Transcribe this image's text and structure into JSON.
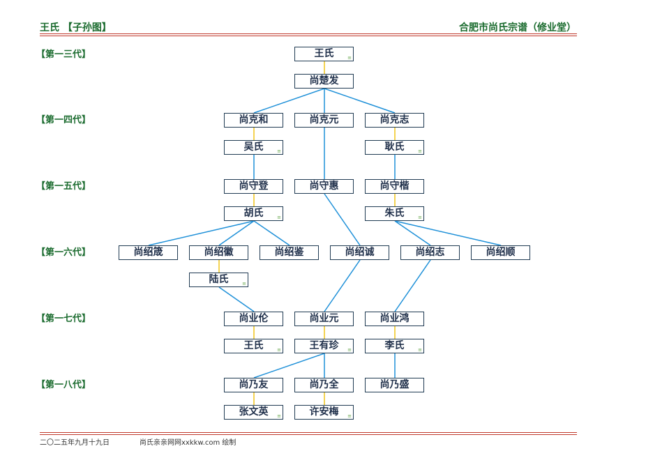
{
  "header": {
    "left": "王氏 【子孙图】",
    "right": "合肥市尚氏宗谱（修业堂）"
  },
  "generations": [
    "【第一三代】",
    "【第一四代】",
    "【第一五代】",
    "【第一六代】",
    "【第一七代】",
    "【第一八代】"
  ],
  "people": {
    "g13_wang": "王氏",
    "g13_chufa": "尚楚发",
    "g14_kehe": "尚克和",
    "g14_keyuan": "尚克元",
    "g14_kezhi": "尚克志",
    "g14_wu": "吴氏",
    "g14_geng": "耿氏",
    "g15_shoudeng": "尚守登",
    "g15_shouhui": "尚守惠",
    "g15_shoukai": "尚守楷",
    "g15_hu": "胡氏",
    "g15_zhu": "朱氏",
    "g16_shaoxian": "尚绍筬",
    "g16_shaohui": "尚绍徽",
    "g16_shaojian": "尚绍鉴",
    "g16_shaocheng": "尚绍诚",
    "g16_shaozhi": "尚绍志",
    "g16_shaoshun": "尚绍顺",
    "g16_lu": "陆氏",
    "g17_yelun": "尚业伦",
    "g17_yeyuan": "尚业元",
    "g17_yehong": "尚业鸿",
    "g17_wang": "王氏",
    "g17_wangyouzhen": "王有珍",
    "g17_li": "李氏",
    "g18_naiyou": "尚乃友",
    "g18_naiquan": "尚乃全",
    "g18_naisheng": "尚乃盛",
    "g18_zhangwenying": "张文英",
    "g18_xuanmei": "许安梅"
  },
  "spouse_mark": "≡",
  "colors": {
    "descent_line": "#1e90d8",
    "spouse_line": "#f0c419",
    "header_text": "#1a6b2e",
    "rule": "#c0392b"
  },
  "footer": {
    "date": "二〇二五年九月十九日",
    "credit": "尚氏亲亲网网xxkkw.com 绘制"
  }
}
